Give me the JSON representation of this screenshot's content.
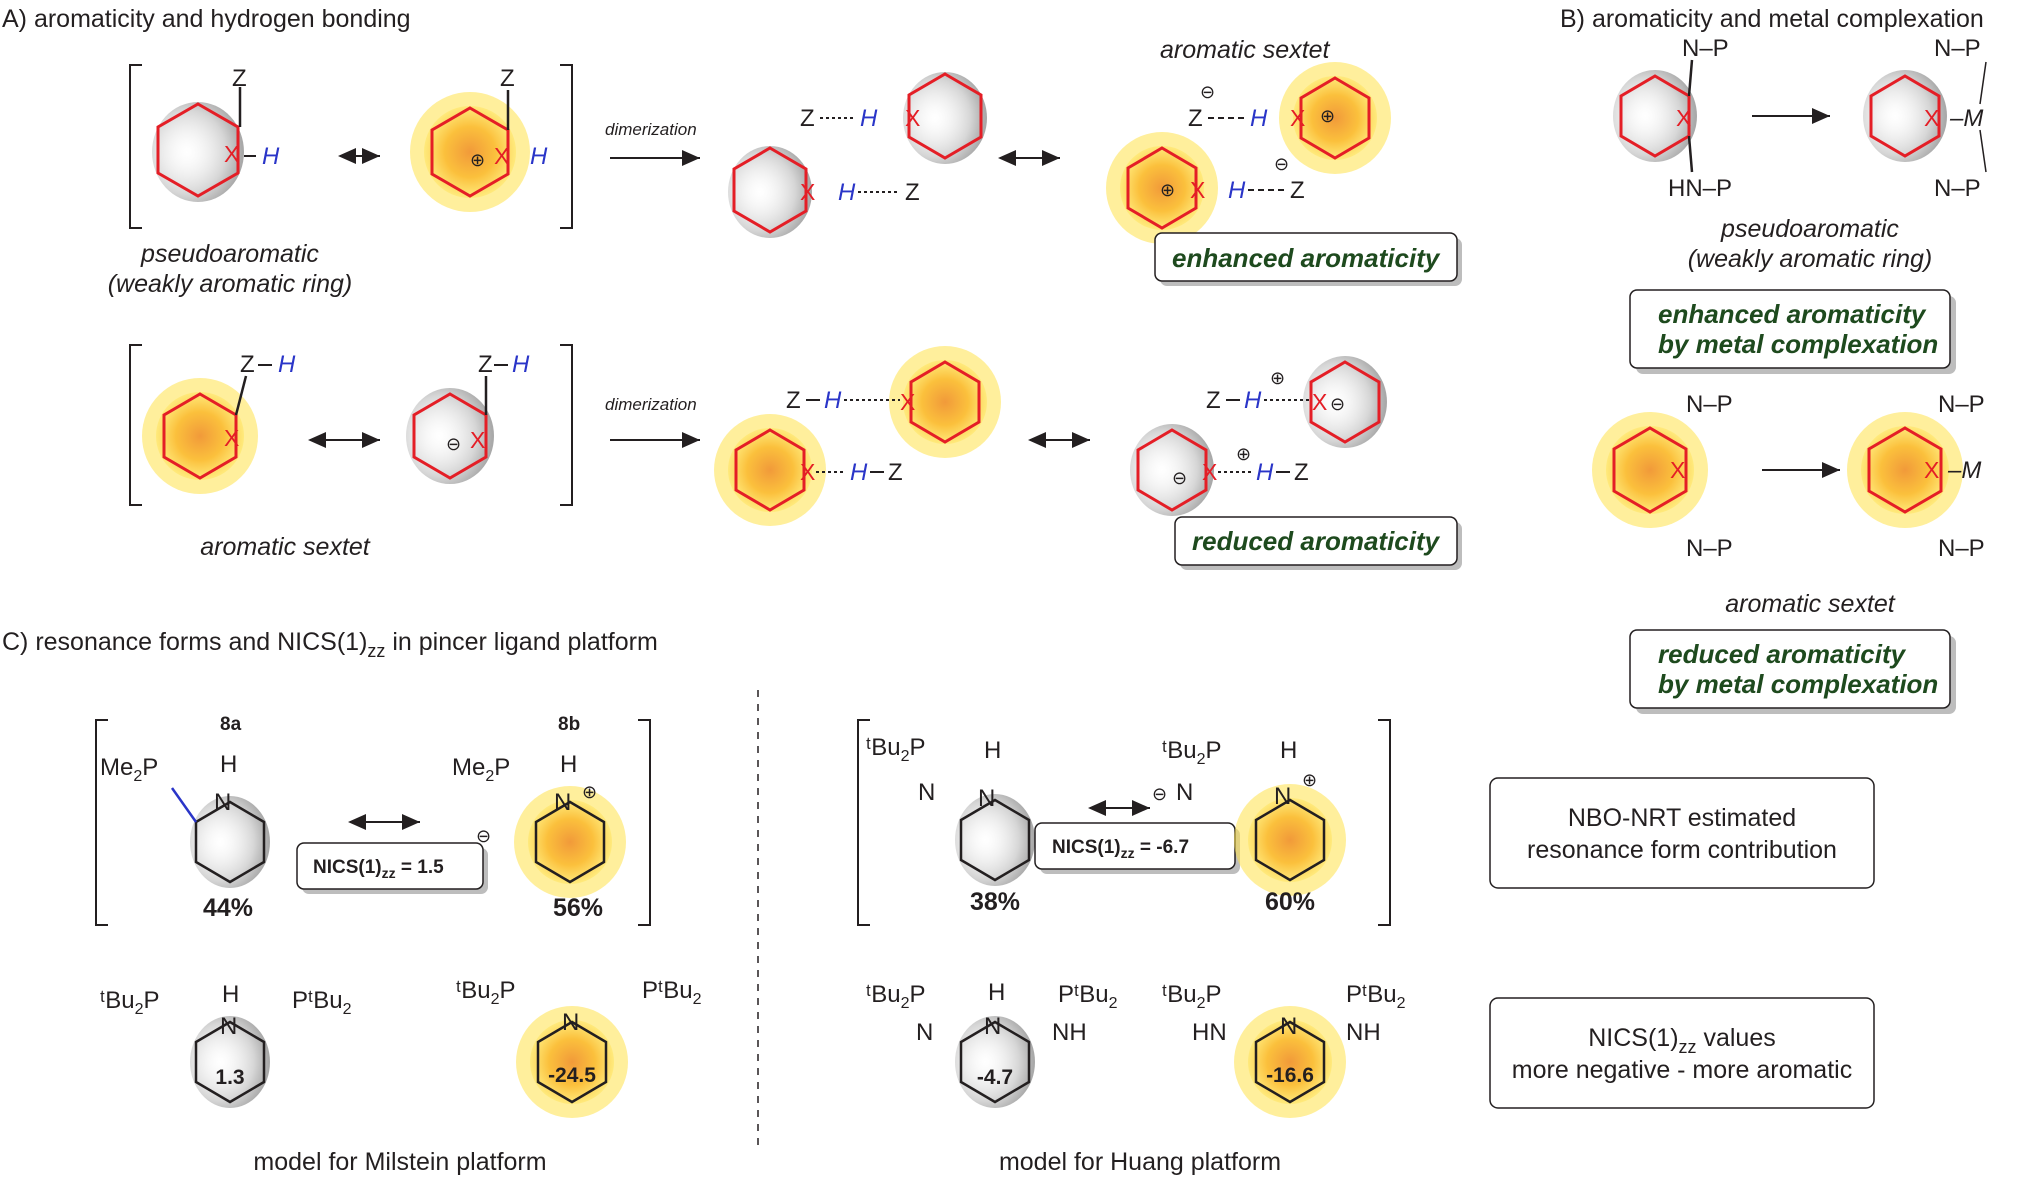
{
  "panels": {
    "a": {
      "title": "A) aromaticity and hydrogen bonding",
      "dimerization_label": "dimerization",
      "caption_pseudo_line1": "pseudoaromatic",
      "caption_pseudo_line2": "(weakly aromatic ring)",
      "caption_sextet_top": "aromatic sextet",
      "caption_sextet_bottom": "aromatic sextet",
      "box_enhanced": "enhanced aromaticity",
      "box_reduced": "reduced aromaticity"
    },
    "b": {
      "title": "B) aromaticity and metal complexation",
      "caption_pseudo_line1": "pseudoaromatic",
      "caption_pseudo_line2": "(weakly aromatic ring)",
      "box_enhanced_line1": "enhanced   aromaticity",
      "box_enhanced_line2": "by metal complexation",
      "caption_sextet": "aromatic sextet",
      "box_reduced_line1": "reduced     aromaticity",
      "box_reduced_line2": "by metal complexation"
    },
    "c": {
      "title_prefix": "C) resonance forms and NICS(1)",
      "title_sub": "zz",
      "title_suffix": " in pincer ligand platform",
      "label_8a": "8a",
      "label_8b": "8b",
      "pct_44": "44%",
      "pct_56": "56%",
      "pct_38": "38%",
      "pct_60": "60%",
      "nics_left_prefix": "NICS(1)",
      "nics_left_sub": "zz",
      "nics_left_value": " = 1.5",
      "nics_right_prefix": "NICS(1)",
      "nics_right_sub": "zz",
      "nics_right_value": " = -6.7",
      "ring_1_3": "1.3",
      "ring_m24_5": "-24.5",
      "ring_m4_7": "-4.7",
      "ring_m16_6": "-16.6",
      "caption_milstein": "model for Milstein platform",
      "caption_huang": "model for Huang platform",
      "note1_line1": "NBO-NRT estimated",
      "note1_line2": "resonance form contribution",
      "note2_line1_prefix": "NICS(1)",
      "note2_line1_sub": "zz",
      "note2_line1_suffix": " values",
      "note2_line2": "more negative - more aromatic"
    }
  },
  "colors": {
    "ring_red": "#e41e26",
    "hydrogen_blue": "#2a35c8",
    "glow_yellow": "#ffd21e",
    "glow_orange": "#f6a53a",
    "box_text_green": "#1e4a1e",
    "shadow_gray": "#b9b9b9"
  }
}
